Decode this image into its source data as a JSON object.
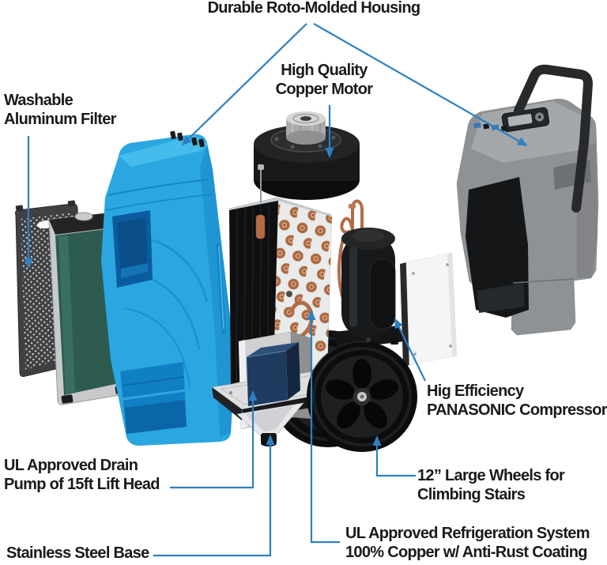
{
  "page": {
    "background": "#ffffff",
    "description": "Exploded-view feature diagram of a commercial dehumidifier"
  },
  "callouts": {
    "housing": {
      "text": "Durable Roto-Molded Housing"
    },
    "motor": {
      "text": "High Quality\nCopper Motor"
    },
    "filter": {
      "text": "Washable\nAluminum Filter"
    },
    "compressor": {
      "text": "Hig Efficiency\nPANASONIC Compressor"
    },
    "wheels": {
      "text": "12” Large Wheels for\nClimbing Stairs"
    },
    "drain_pump": {
      "text": "UL Approved Drain\nPump of 15ft Lift Head"
    },
    "base": {
      "text": "Stainless Steel Base"
    },
    "refrigeration": {
      "text": "UL Approved Refrigeration System\n100% Copper w/ Anti-Rust Coating"
    }
  },
  "colors": {
    "callout_line": "#2e80c2",
    "label_text": "#1a1a1a",
    "housing_blue": "#2aa7e0",
    "housing_gray": "#8f9295",
    "copper": "#a96843",
    "steel": "#d7d9db",
    "pump_navy": "#1f3a5f",
    "tire_black": "#0b0c0e"
  }
}
